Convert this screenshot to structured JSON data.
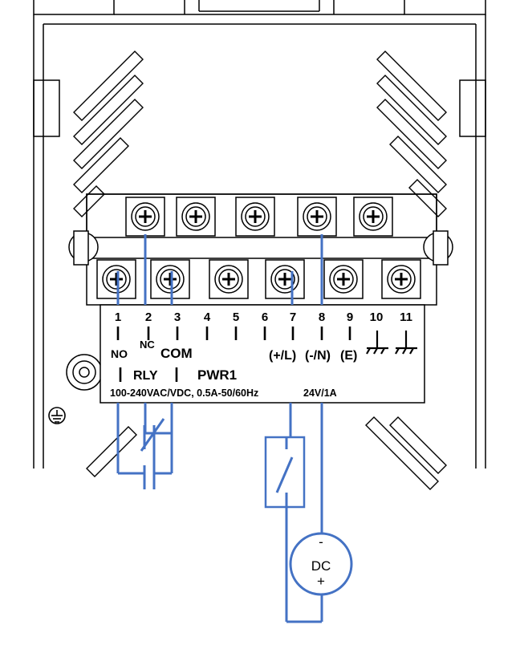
{
  "terminal_numbers": [
    "1",
    "2",
    "3",
    "4",
    "5",
    "6",
    "7",
    "8",
    "9",
    "10",
    "11"
  ],
  "function_labels": {
    "no": "NO",
    "nc": "NC",
    "com": "COM",
    "plus_l": "(+/L)",
    "minus_n": "(-/N)",
    "e": "(E)",
    "rly": "RLY",
    "pwr1": "PWR1"
  },
  "specs": {
    "input_rating": "100-240VAC/VDC, 0.5A-50/60Hz",
    "output_rating": "24V/1A"
  },
  "dc_source": {
    "label": "DC",
    "minus": "-",
    "plus": "+"
  },
  "colors": {
    "wire": "#4472C4",
    "outline": "#000000",
    "background": "#ffffff"
  },
  "icons": [
    "earth-ground-icon",
    "protective-earth-icon",
    "screw-terminal-icon",
    "switch-symbol-icon",
    "relay-contact-icon"
  ]
}
